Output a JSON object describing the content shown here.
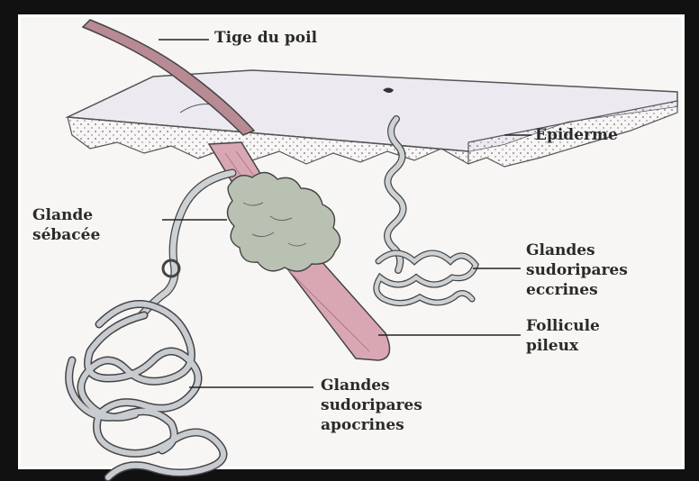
{
  "diagram": {
    "labels": {
      "hair_shaft": "Tige du poil",
      "epidermis": "Epiderme",
      "sebaceous_1": "Glande",
      "sebaceous_2": "sébacée",
      "eccrine_1": "Glandes",
      "eccrine_2": "sudoripares",
      "eccrine_3": "eccrines",
      "follicle_1": "Follicule",
      "follicle_2": "pileux",
      "apocrine_1": "Glandes",
      "apocrine_2": "sudoripares",
      "apocrine_3": "apocrines"
    },
    "colors": {
      "frame": "#111111",
      "background": "#f7f6f4",
      "skin_top": "#ecebf0",
      "skin_dots": "#cbc6dc",
      "follicle": "#d9a7b3",
      "gland": "#b9c2b2",
      "tube": "#c8ccd0",
      "line": "#333333"
    }
  }
}
